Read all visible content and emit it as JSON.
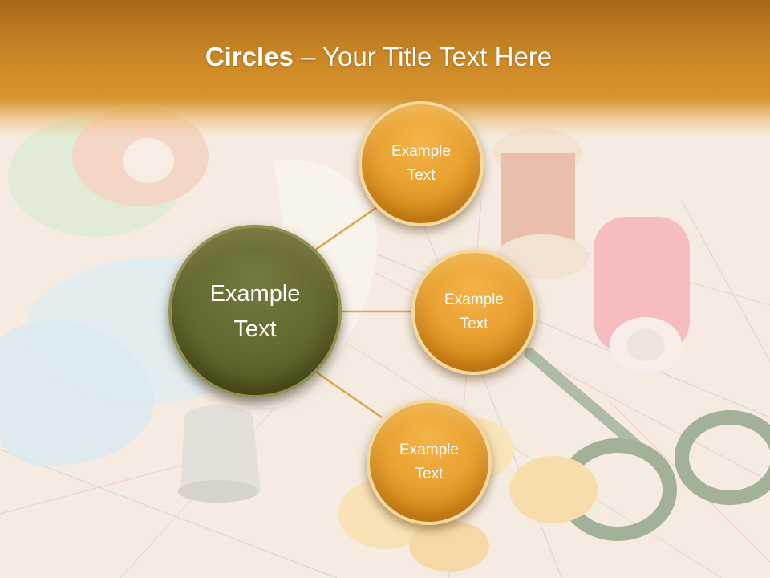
{
  "slide": {
    "title_bold": "Circles",
    "title_rest": " – Your Title Text Here",
    "center_circle": {
      "line1": "Example",
      "line2": "Text"
    },
    "outer_circles": [
      {
        "line1": "Example",
        "line2": "Text"
      },
      {
        "line1": "Example",
        "line2": "Text"
      },
      {
        "line1": "Example",
        "line2": "Text"
      }
    ]
  },
  "colors": {
    "title_band": "#c98624",
    "outer_circle": "#e9a131",
    "center_circle": "#66692f",
    "connector": "#e0a040"
  }
}
